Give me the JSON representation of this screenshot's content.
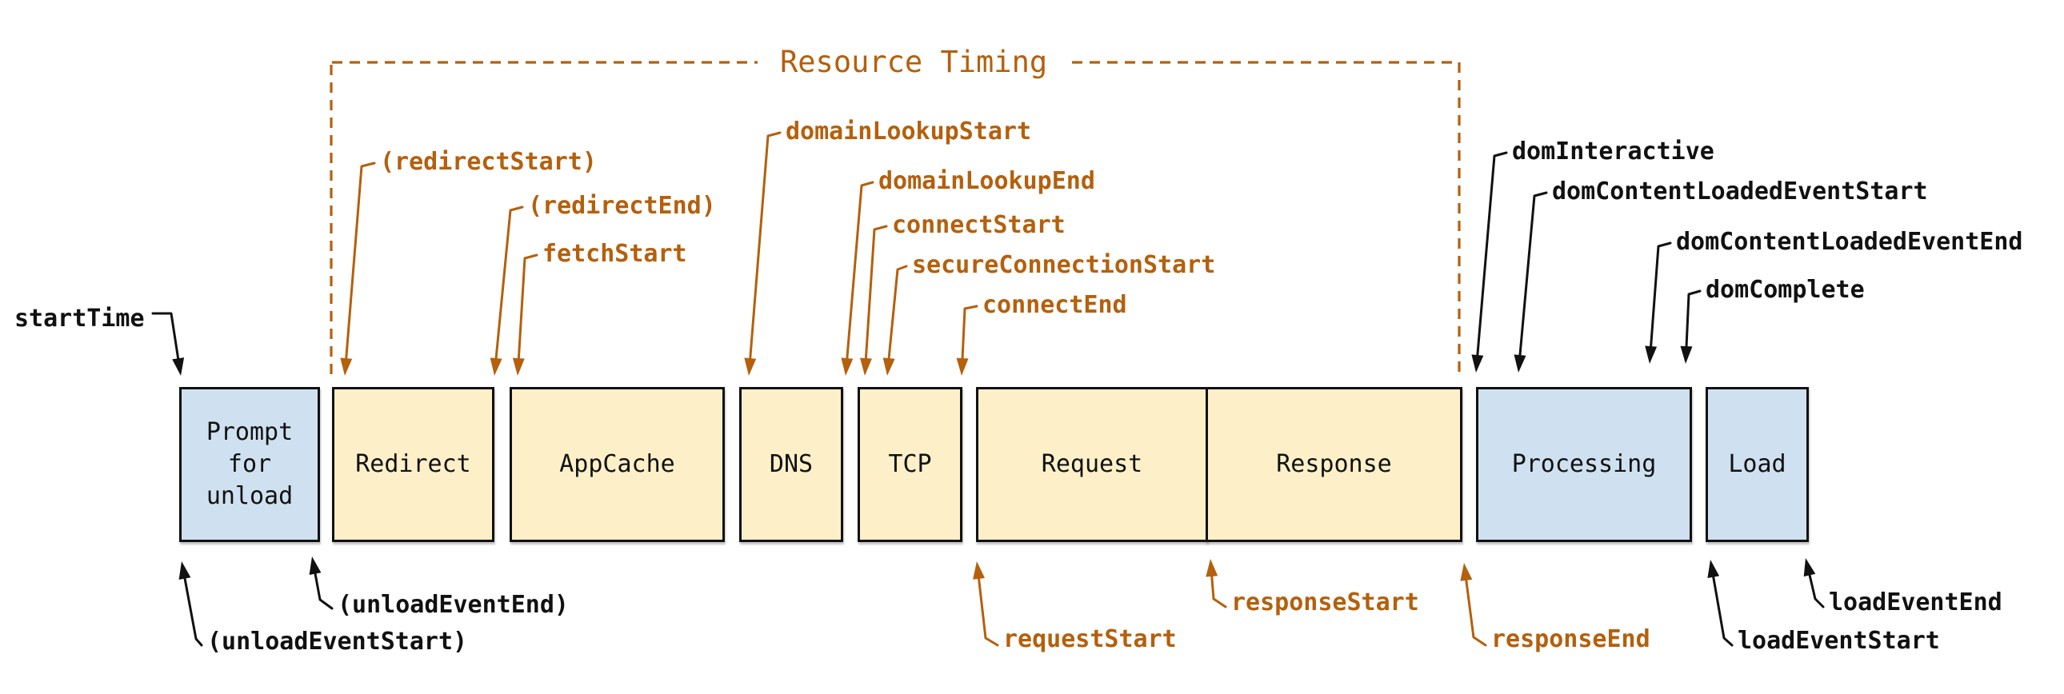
{
  "title": "Resource Timing",
  "colors": {
    "accent_orange": "#b4600d",
    "text_black": "#111111",
    "box_yellow_fill": "#fdf0c8",
    "box_blue_fill": "#cfe1f0",
    "box_border": "#111111"
  },
  "boxes": [
    {
      "id": "prompt-for-unload",
      "label": "Prompt for unload",
      "fill": "blue"
    },
    {
      "id": "redirect",
      "label": "Redirect",
      "fill": "yellow"
    },
    {
      "id": "appcache",
      "label": "AppCache",
      "fill": "yellow"
    },
    {
      "id": "dns",
      "label": "DNS",
      "fill": "yellow"
    },
    {
      "id": "tcp",
      "label": "TCP",
      "fill": "yellow"
    },
    {
      "id": "request",
      "label": "Request",
      "fill": "yellow"
    },
    {
      "id": "response",
      "label": "Response",
      "fill": "yellow"
    },
    {
      "id": "processing",
      "label": "Processing",
      "fill": "blue"
    },
    {
      "id": "load",
      "label": "Load",
      "fill": "blue"
    }
  ],
  "annotations": {
    "startTime": "startTime",
    "redirectStart": "(redirectStart)",
    "redirectEnd": "(redirectEnd)",
    "fetchStart": "fetchStart",
    "domainLookupStart": "domainLookupStart",
    "domainLookupEnd": "domainLookupEnd",
    "connectStart": "connectStart",
    "secureConnectionStart": "secureConnectionStart",
    "connectEnd": "connectEnd",
    "domInteractive": "domInteractive",
    "domContentLoadedEventStart": "domContentLoadedEventStart",
    "domContentLoadedEventEnd": "domContentLoadedEventEnd",
    "domComplete": "domComplete",
    "unloadEventStart": "(unloadEventStart)",
    "unloadEventEnd": "(unloadEventEnd)",
    "requestStart": "requestStart",
    "responseStart": "responseStart",
    "responseEnd": "responseEnd",
    "loadEventStart": "loadEventStart",
    "loadEventEnd": "loadEventEnd"
  }
}
